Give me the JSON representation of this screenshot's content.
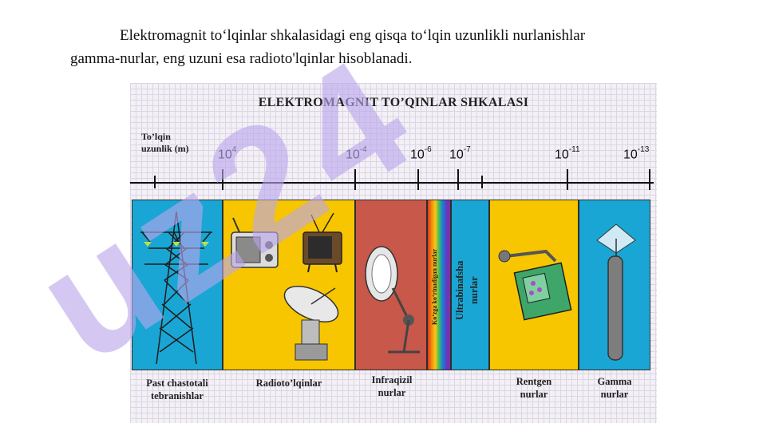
{
  "paragraph": {
    "line1": "Elektromagnit to‘lqinlar shkalasidagi eng qisqa to‘lqin uzunlikli nurlanishlar",
    "line2": "gamma-nurlar, eng uzuni esa radioto'lqinlar hisoblanadi."
  },
  "figure": {
    "title": "ELEKTROMAGNIT TO’QINLAR SHKALASI",
    "scale_label_line1": "To’lqin",
    "scale_label_line2": "uzunlik (m)",
    "ticks": [
      {
        "base": "10",
        "exp": "4"
      },
      {
        "base": "10",
        "exp": "-4"
      },
      {
        "base": "10",
        "exp": "-6"
      },
      {
        "base": "10",
        "exp": "-7"
      },
      {
        "base": "10",
        "exp": "-11"
      },
      {
        "base": "10",
        "exp": "-13"
      }
    ],
    "bands": {
      "low_freq": {
        "line1": "Past chastotali",
        "line2": "tebranishlar",
        "color": "#1aa6d4"
      },
      "radio": {
        "label": "Radioto’lqinlar",
        "color": "#f7c600"
      },
      "infrared": {
        "line1": "Infraqizil",
        "line2": "nurlar",
        "color": "#c8584a"
      },
      "visible": {
        "label": "Ko‘zga ko‘rinadigan nurlar"
      },
      "ultraviolet": {
        "line1": "Ultrabinafsha",
        "line2": "nurlar",
        "color": "#1aa6d4"
      },
      "xray": {
        "line1": "Rentgen",
        "line2": "nurlar",
        "color": "#f7c600"
      },
      "gamma": {
        "line1": "Gamma",
        "line2": "nurlar",
        "color": "#1aa6d4"
      }
    }
  },
  "watermark": {
    "text": "uz24",
    "color": "#b9a6ec"
  }
}
